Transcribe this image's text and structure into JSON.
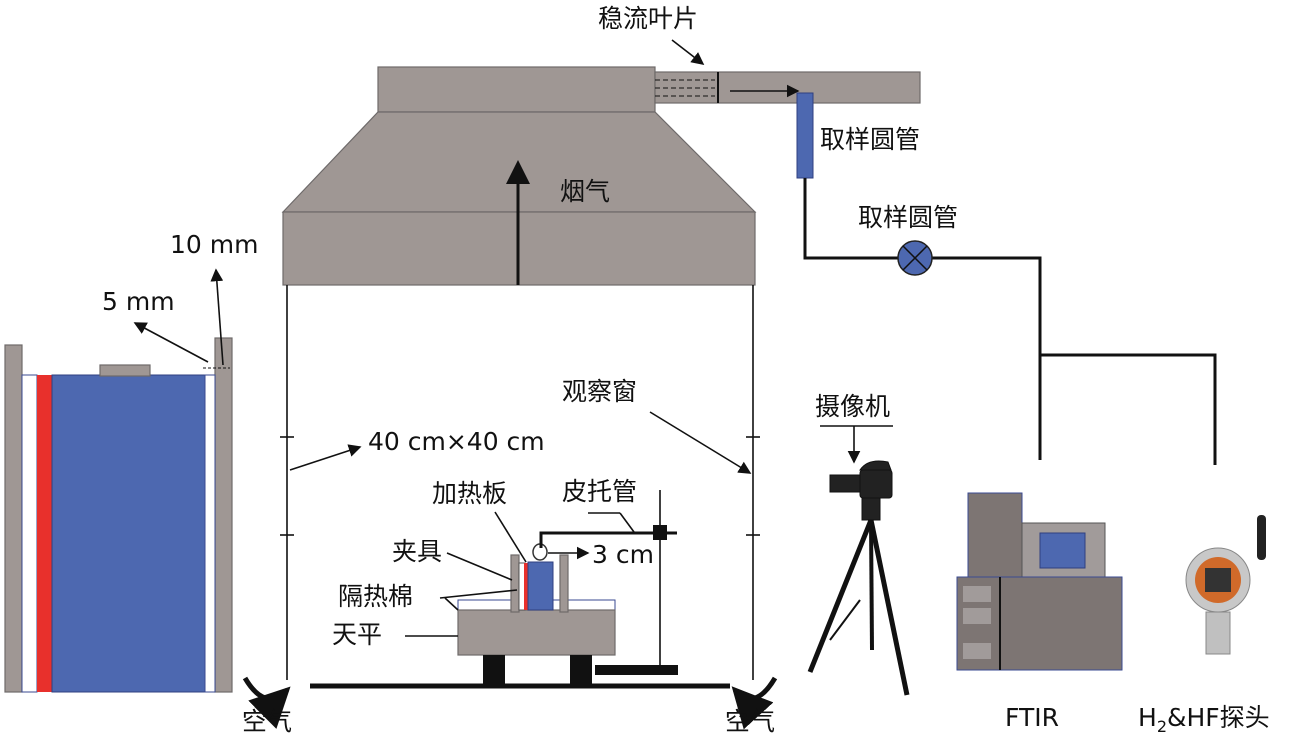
{
  "labels": {
    "flow_vanes": "稳流叶片",
    "flue_gas": "烟气",
    "sampling_tube_1": "取样圆管",
    "sampling_tube_2": "取样圆管",
    "dim_10mm": "10 mm",
    "dim_5mm": "5 mm",
    "window": "观察窗",
    "chamber_size": "40 cm×40 cm",
    "camera": "摄像机",
    "heating_plate": "加热板",
    "pitot_tube": "皮托管",
    "clamp": "夹具",
    "distance": "3 cm",
    "insulation": "隔热棉",
    "balance": "天平",
    "air_left": "空气",
    "air_right": "空气",
    "ftir": "FTIR",
    "probe_h": "H",
    "probe_sub": "2",
    "probe_rest": "&HF探头"
  },
  "colors": {
    "gray": "#9f9794",
    "blue": "#4d68b0",
    "red": "#e8302c"
  }
}
